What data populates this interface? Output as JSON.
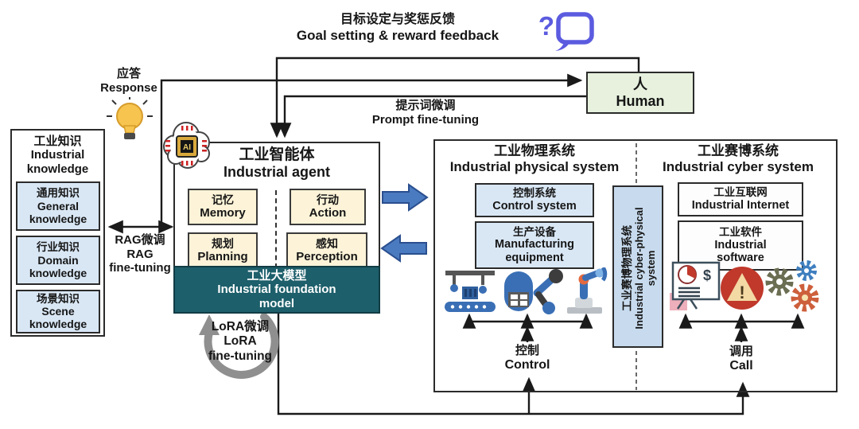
{
  "top": {
    "goal_zh": "目标设定与奖惩反馈",
    "goal_en": "Goal setting & reward feedback",
    "prompt_zh": "提示词微调",
    "prompt_en": "Prompt fine-tuning",
    "response_zh": "应答",
    "response_en": "Response"
  },
  "human": {
    "zh": "人",
    "en": "Human"
  },
  "knowledge": {
    "title_zh": "工业知识",
    "title_en": "Industrial knowledge",
    "items": [
      {
        "zh": "通用知识",
        "en": "General knowledge"
      },
      {
        "zh": "行业知识",
        "en": "Domain knowledge"
      },
      {
        "zh": "场景知识",
        "en": "Scene knowledge"
      }
    ]
  },
  "rag": {
    "zh": "RAG微调",
    "en1": "RAG",
    "en2": "fine-tuning"
  },
  "lora": {
    "zh": "LoRA微调",
    "en1": "LoRA",
    "en2": "fine-tuning"
  },
  "agent": {
    "title_zh": "工业智能体",
    "title_en": "Industrial agent",
    "modules": [
      {
        "zh": "记忆",
        "en": "Memory"
      },
      {
        "zh": "行动",
        "en": "Action"
      },
      {
        "zh": "规划",
        "en": "Planning"
      },
      {
        "zh": "感知",
        "en": "Perception"
      }
    ],
    "model_zh": "工业大模型",
    "model_en": "Industrial foundation model"
  },
  "physical": {
    "title_zh": "工业物理系统",
    "title_en": "Industrial physical system",
    "boxes": [
      {
        "zh": "控制系统",
        "en": "Control system"
      },
      {
        "zh": "生产设备",
        "en": "Manufacturing equipment"
      }
    ],
    "control_zh": "控制",
    "control_en": "Control"
  },
  "cps": {
    "zh": "工业赛博物理系统",
    "en": "Industrial cyber-physical system"
  },
  "cyber": {
    "title_zh": "工业赛博系统",
    "title_en": "Industrial cyber system",
    "boxes": [
      {
        "zh": "工业互联网",
        "en": "Industrial Internet"
      },
      {
        "zh": "工业软件",
        "en": "Industrial software"
      }
    ],
    "call_zh": "调用",
    "call_en": "Call"
  },
  "icons": {
    "question": "?",
    "warning": "!",
    "dollar": "$",
    "ai": "AI"
  },
  "colors": {
    "accent_blue": "#4a7abf",
    "teal": "#1d5f6b",
    "light_blue": "#d9e7f5",
    "cream": "#fcf3d8",
    "human_green": "#e7f1de",
    "bubble_purple": "#5b5be0",
    "bulb_yellow": "#f6c44f",
    "warning_red": "#c0392b",
    "lora_gray": "#8f8f8f"
  }
}
